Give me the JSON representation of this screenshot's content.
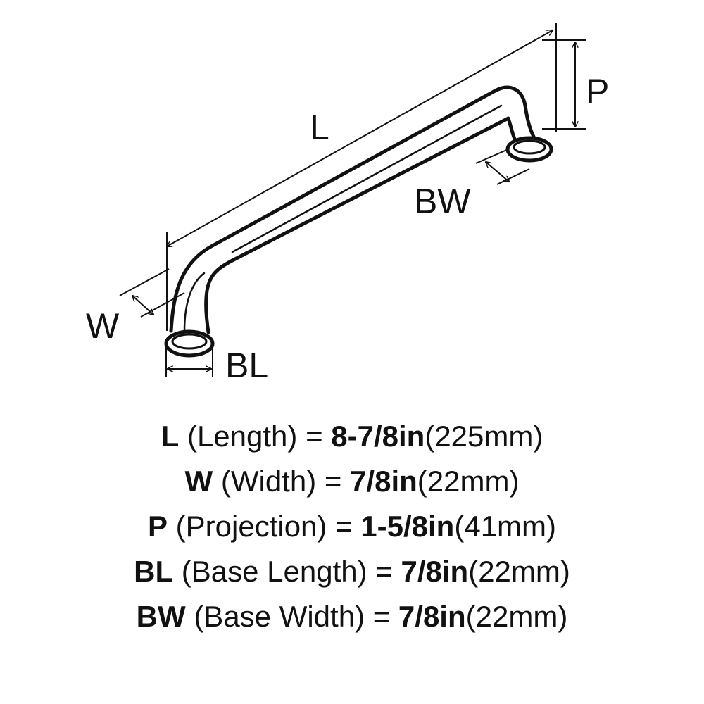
{
  "diagram": {
    "labels": {
      "length": "L",
      "width": "W",
      "projection": "P",
      "base_length": "BL",
      "base_width": "BW"
    }
  },
  "specs": [
    {
      "key": "L",
      "name": " (Length) = ",
      "imperial": "8-7/8in",
      "metric": "(225mm)"
    },
    {
      "key": "W",
      "name": " (Width) = ",
      "imperial": "7/8in",
      "metric": "(22mm)"
    },
    {
      "key": "P",
      "name": " (Projection) = ",
      "imperial": "1-5/8in",
      "metric": "(41mm)"
    },
    {
      "key": "BL",
      "name": " (Base Length) = ",
      "imperial": "7/8in",
      "metric": "(22mm)"
    },
    {
      "key": "BW",
      "name": " (Base Width) = ",
      "imperial": "7/8in",
      "metric": "(22mm)"
    }
  ]
}
